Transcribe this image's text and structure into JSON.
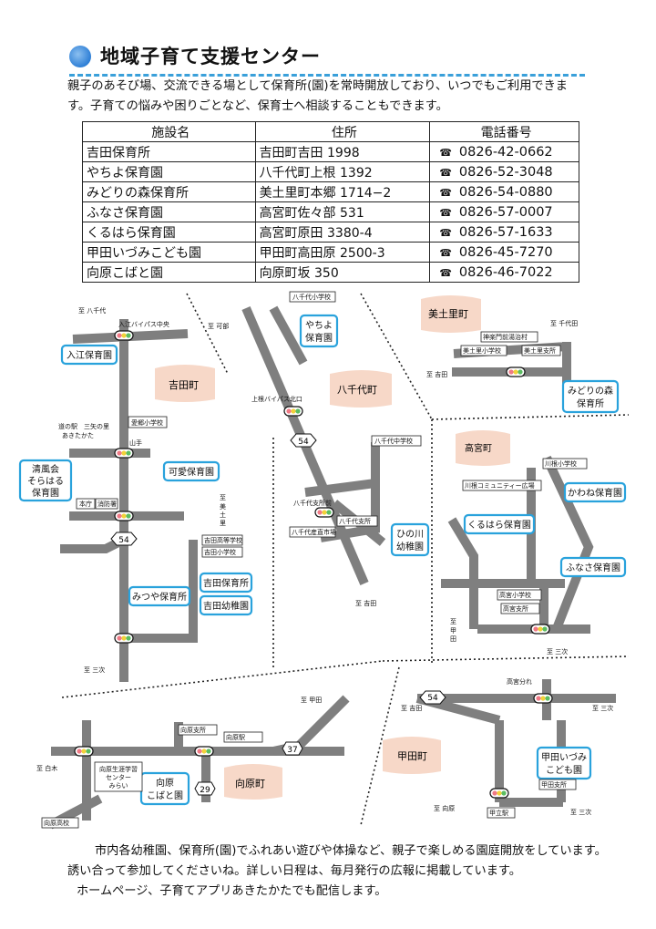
{
  "header": {
    "title": "地域子育て支援センター"
  },
  "intro": {
    "line1": "親子のあそび場、交流できる場として保育所(園)を常時開放しており、いつでもご利用できま",
    "line2": "す。子育ての悩みや困りごとなど、保育士へ相談することもできます。"
  },
  "table": {
    "headers": [
      "施設名",
      "住所",
      "電話番号"
    ],
    "tel_icon": "☎",
    "rows": [
      {
        "name": "吉田保育所",
        "address": "吉田町吉田 1998",
        "tel": "0826-42-0662"
      },
      {
        "name": "やちよ保育園",
        "address": "八千代町上根 1392",
        "tel": "0826-52-3048"
      },
      {
        "name": "みどりの森保育所",
        "address": "美土里町本郷 1714−2",
        "tel": "0826-54-0880"
      },
      {
        "name": "ふなさ保育園",
        "address": "高宮町佐々部 531",
        "tel": "0826-57-0007"
      },
      {
        "name": "くるはら保育園",
        "address": "高宮町原田 3380-4",
        "tel": "0826-57-1633"
      },
      {
        "name": "甲田いづみこども園",
        "address": "甲田町高田原 2500-3",
        "tel": "0826-45-7270"
      },
      {
        "name": "向原こばと園",
        "address": "向原町坂 350",
        "tel": "0826-46-7022"
      }
    ]
  },
  "map": {
    "towns": {
      "yoshida": "吉田町",
      "yachiyo": "八千代町",
      "midori": "美土里町",
      "takamiya": "高宮町",
      "koda": "甲田町",
      "mukaihara": "向原町"
    },
    "facilities": {
      "irie": "入江保育園",
      "kiyokaze": [
        "清風会",
        "そらはる",
        "保育園"
      ],
      "kaai": "可愛保育園",
      "mitsuya": "みつや保育所",
      "yoshida_hoiku": "吉田保育所",
      "yoshida_yochi": "吉田幼稚園",
      "yachiyo_hoiku": [
        "やちよ",
        "保育園"
      ],
      "hinokawa": [
        "ひの川",
        "幼稚園"
      ],
      "midori_mori": [
        "みどりの森",
        "保育所"
      ],
      "kurihara": "くるはら保育園",
      "kawane": "かわね保育園",
      "funasa": "ふなさ保育園",
      "koda_izumi": [
        "甲田いづみ",
        "こども園"
      ],
      "kobato": [
        "向原",
        "こばと園"
      ]
    },
    "landmarks": {
      "irie_bypass": "入江バイパス中央",
      "ai_sho": "愛郷小学校",
      "michinoeki": [
        "道の駅　三矢の里",
        "あきたかた"
      ],
      "yamate": "山手",
      "honcho": "本庁",
      "shobosho": "消防署",
      "yoshida_koko": "吉田高等学校",
      "yoshida_sho": "吉田小学校",
      "yachiyo_sho": "八千代小学校",
      "kamine_bypass": "上根バイパス北口",
      "yachiyo_chu": "八千代中学校",
      "yachiyo_shisho_mae": "八千代支所前",
      "yachiyo_shisho": "八千代支所",
      "yachiyo_sanchoku": "八千代産直市場",
      "kagura": "神楽門前湯治村",
      "midori_sho": "美土里小学校",
      "midori_shisho": "美土里支所",
      "kawane_sho": "川根小学校",
      "kawane_comm": "川根コミュニティー広場",
      "takamiya_sho": "高宮小学校",
      "takamiya_shisho": "高宮支所",
      "takamiya_wakare": "高宮分れ",
      "koda_shisho": "甲田支所",
      "kotachi_eki": "甲立駅",
      "mukaihara_shisho": "向原支所",
      "mukaihara_eki": "向原駅",
      "shogai_center": [
        "向原生涯学習",
        "センター",
        "みらい"
      ],
      "mukaihara_koko": "向原高校"
    },
    "directions": {
      "yachiyo_n": "至 八千代",
      "kabe": "至 可部",
      "mido_v": [
        "至",
        "美",
        "土",
        "里"
      ],
      "miyoshi_1": "至 三次",
      "yachiyo_top": "至 千代田",
      "yoshida_1": "至 吉田",
      "yoshida_2": "至 吉田",
      "koda_v": [
        "至",
        "甲",
        "田"
      ],
      "miyoshi_2": "至 三次",
      "koda_1": "至 甲田",
      "shiraki": "至 白木",
      "yoshida_3": "至 吉田",
      "miyoshi_3": "至 三次",
      "miyoshi_4": "至 三次",
      "mukaihara_dir": "至 向原"
    },
    "routes": {
      "r54a": "54",
      "r54b": "54",
      "r54c": "54",
      "r37": "37",
      "r29": "29"
    }
  },
  "footer": {
    "line1": "市内各幼稚園、保育所(園)でふれあい遊びや体操など、親子で楽しめる園庭開放をしています。",
    "line2": "誘い合って参加してくださいね。詳しい日程は、毎月発行の広報に掲載しています。",
    "line3": "ホームページ、子育てアプリあきたかたでも配信します。"
  }
}
